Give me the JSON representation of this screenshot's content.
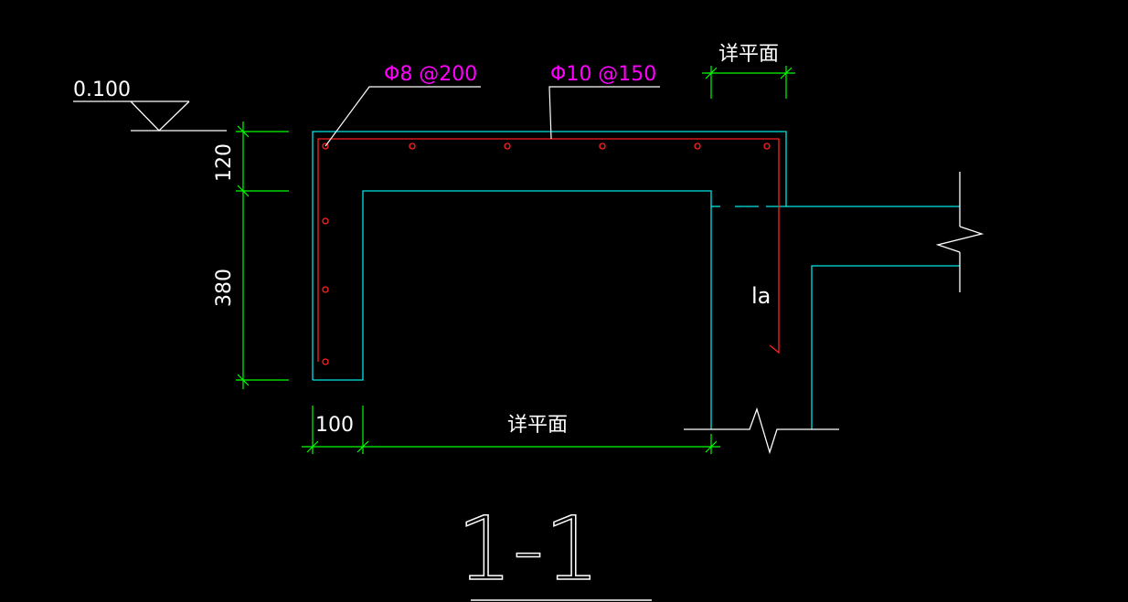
{
  "colors": {
    "background": "#000000",
    "concrete_outline": "#00e5e5",
    "rebar": "#ff2020",
    "dimension": "#00ff00",
    "annotation_text": "#ff00ff",
    "general": "#ffffff"
  },
  "elevation": {
    "value": "0.100"
  },
  "rebar_labels": {
    "stirrup": "Φ8 @200",
    "main": "Φ10 @150"
  },
  "dimensions": {
    "slab_thickness": "120",
    "wall_height": "380",
    "wall_thickness": "100",
    "span": "详平面",
    "top_right": "详平面"
  },
  "anchorage_label": "la",
  "section_title": "1-1"
}
